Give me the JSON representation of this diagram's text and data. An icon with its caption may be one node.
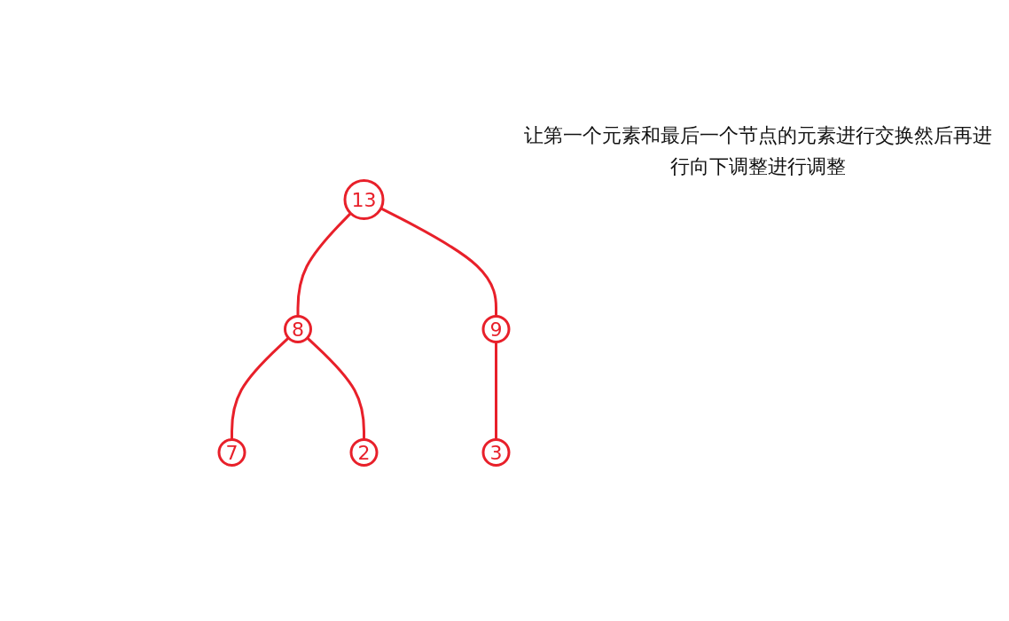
{
  "diagram": {
    "nodes": [
      {
        "text": [
          "13"
        ]
      },
      {
        "text": [
          "8"
        ]
      },
      {
        "text": [
          "9"
        ]
      },
      {
        "text": [
          "7"
        ]
      },
      {
        "text": [
          "2"
        ]
      },
      {
        "text": [
          "3"
        ]
      }
    ],
    "edges": [
      {
        "from": 0,
        "to": 1,
        "arrow": "none"
      },
      {
        "from": 0,
        "to": 2,
        "arrow": "none"
      },
      {
        "from": 1,
        "to": 3,
        "arrow": "none"
      },
      {
        "from": 1,
        "to": 4,
        "arrow": "none"
      },
      {
        "from": 2,
        "to": 5,
        "arrow": "none"
      }
    ],
    "labels": [
      "让第一个元素和最后一个节点的元素进行交换然后再进行向下调整进行调整"
    ]
  }
}
